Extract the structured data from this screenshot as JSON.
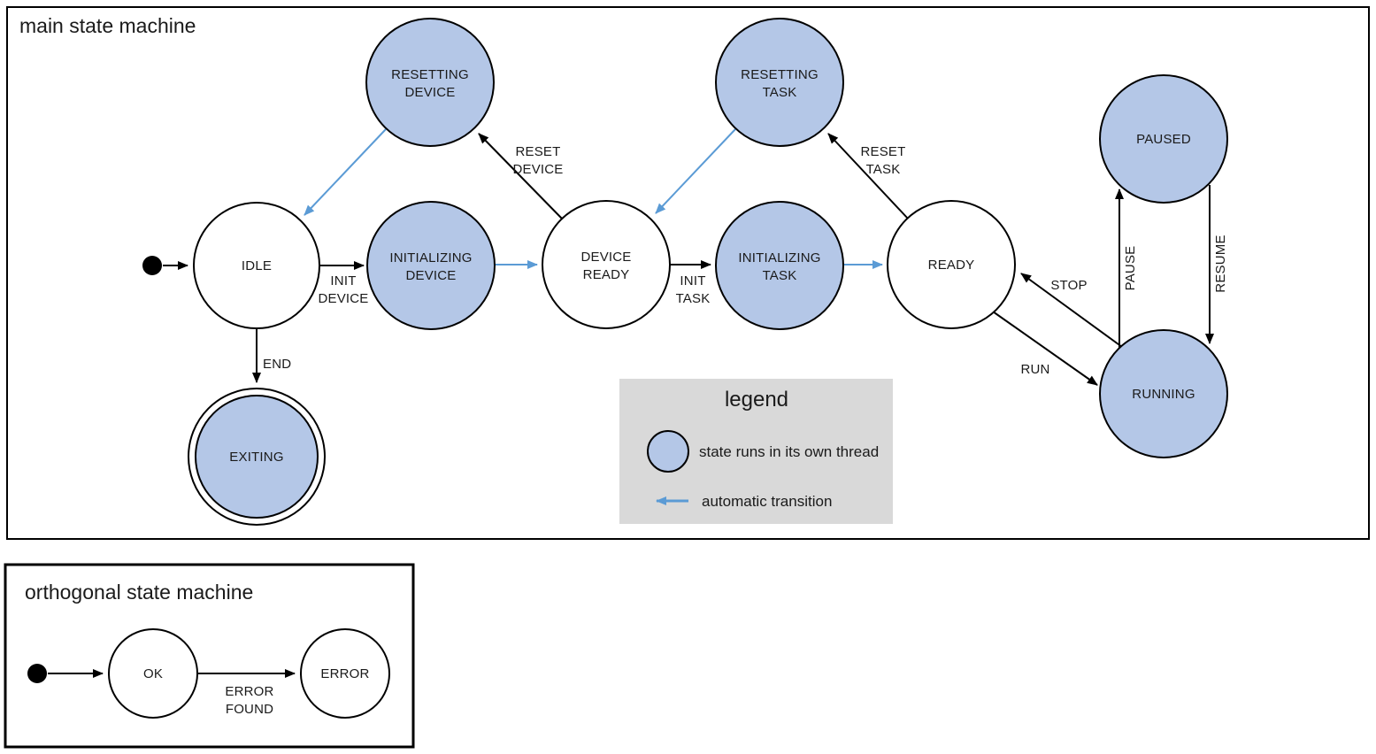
{
  "colors": {
    "state_thread_fill": "#b4c7e7",
    "automatic_transition": "#5b9bd5",
    "plain_state_fill": "#ffffff",
    "stroke": "#000000",
    "legend_background": "#d9d9d9"
  },
  "main": {
    "title": "main state machine",
    "states": {
      "idle": {
        "line1": "IDLE",
        "runs_in_own_thread": false
      },
      "resetting_device": {
        "line1": "RESETTING",
        "line2": "DEVICE",
        "runs_in_own_thread": true
      },
      "initializing_device": {
        "line1": "INITIALIZING",
        "line2": "DEVICE",
        "runs_in_own_thread": true
      },
      "device_ready": {
        "line1": "DEVICE",
        "line2": "READY",
        "runs_in_own_thread": false
      },
      "resetting_task": {
        "line1": "RESETTING",
        "line2": "TASK",
        "runs_in_own_thread": true
      },
      "initializing_task": {
        "line1": "INITIALIZING",
        "line2": "TASK",
        "runs_in_own_thread": true
      },
      "ready": {
        "line1": "READY",
        "runs_in_own_thread": false
      },
      "paused": {
        "line1": "PAUSED",
        "runs_in_own_thread": true
      },
      "running": {
        "line1": "RUNNING",
        "runs_in_own_thread": true
      },
      "exiting": {
        "line1": "EXITING",
        "runs_in_own_thread": true,
        "final_state": true
      }
    },
    "transitions": {
      "init_device": {
        "from": "IDLE",
        "to": "INITIALIZING DEVICE",
        "line1": "INIT",
        "line2": "DEVICE"
      },
      "auto_device_ready": {
        "from": "INITIALIZING DEVICE",
        "to": "DEVICE READY",
        "automatic": true
      },
      "reset_device": {
        "from": "DEVICE READY",
        "to": "RESETTING DEVICE",
        "line1": "RESET",
        "line2": "DEVICE"
      },
      "auto_idle": {
        "from": "RESETTING DEVICE",
        "to": "IDLE",
        "automatic": true
      },
      "init_task": {
        "from": "DEVICE READY",
        "to": "INITIALIZING TASK",
        "line1": "INIT",
        "line2": "TASK"
      },
      "auto_ready": {
        "from": "INITIALIZING TASK",
        "to": "READY",
        "automatic": true
      },
      "reset_task": {
        "from": "READY",
        "to": "RESETTING TASK",
        "line1": "RESET",
        "line2": "TASK"
      },
      "auto_device_ready_2": {
        "from": "RESETTING TASK",
        "to": "DEVICE READY",
        "automatic": true
      },
      "run": {
        "from": "READY",
        "to": "RUNNING",
        "line1": "RUN"
      },
      "stop": {
        "from": "RUNNING",
        "to": "READY",
        "line1": "STOP"
      },
      "pause": {
        "from": "RUNNING",
        "to": "PAUSED",
        "line1": "PAUSE"
      },
      "resume": {
        "from": "PAUSED",
        "to": "RUNNING",
        "line1": "RESUME"
      },
      "end": {
        "from": "IDLE",
        "to": "EXITING",
        "line1": "END"
      }
    },
    "legend": {
      "title": "legend",
      "thread_label": "state runs in its own thread",
      "auto_label": "automatic transition"
    }
  },
  "orthogonal": {
    "title": "orthogonal state machine",
    "states": {
      "ok": {
        "line1": "OK"
      },
      "error": {
        "line1": "ERROR"
      }
    },
    "transitions": {
      "error_found": {
        "from": "OK",
        "to": "ERROR",
        "line1": "ERROR",
        "line2": "FOUND"
      }
    }
  }
}
